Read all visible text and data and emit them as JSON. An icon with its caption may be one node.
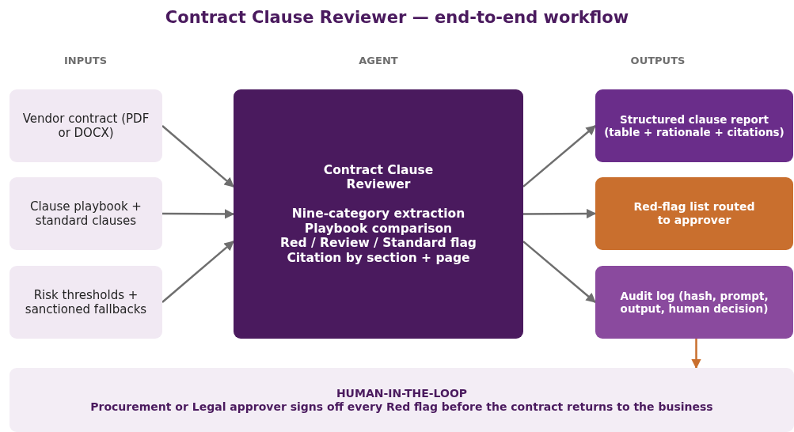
{
  "diagram": {
    "title": "Contract Clause Reviewer — end-to-end workflow",
    "labels": [
      "INPUTS",
      "AGENT",
      "OUTPUTS"
    ],
    "nodes": [
      {
        "text": [
          "Vendor contract (PDF or DOCX)"
        ]
      },
      {
        "text": [
          "Clause playbook + standard clauses"
        ]
      },
      {
        "text": [
          "Risk thresholds + sanctioned fallbacks"
        ]
      },
      {
        "text": [
          "Contract Clause Reviewer",
          "Nine-category extraction",
          "Playbook comparison",
          "Red / Review / Standard flag",
          "Citation by section + page"
        ]
      },
      {
        "text": [
          "Structured clause report (table + rationale + citations)"
        ]
      },
      {
        "text": [
          "Red-flag list routed to approver"
        ]
      },
      {
        "text": [
          "Audit log (hash, prompt, output, human decision)"
        ]
      },
      {
        "text": [
          "HUMAN-IN-THE-LOOP",
          "Procurement or Legal approver signs off every Red flag before the contract returns to the business"
        ]
      }
    ],
    "edges": [
      {
        "from": 0,
        "to": 3,
        "arrow": "to"
      },
      {
        "from": 1,
        "to": 3,
        "arrow": "to"
      },
      {
        "from": 2,
        "to": 3,
        "arrow": "to"
      },
      {
        "from": 3,
        "to": 4,
        "arrow": "to"
      },
      {
        "from": 3,
        "to": 5,
        "arrow": "to"
      },
      {
        "from": 3,
        "to": 6,
        "arrow": "to"
      },
      {
        "from": 6,
        "to": 7,
        "arrow": "to",
        "color": "#c96f2e"
      }
    ]
  }
}
